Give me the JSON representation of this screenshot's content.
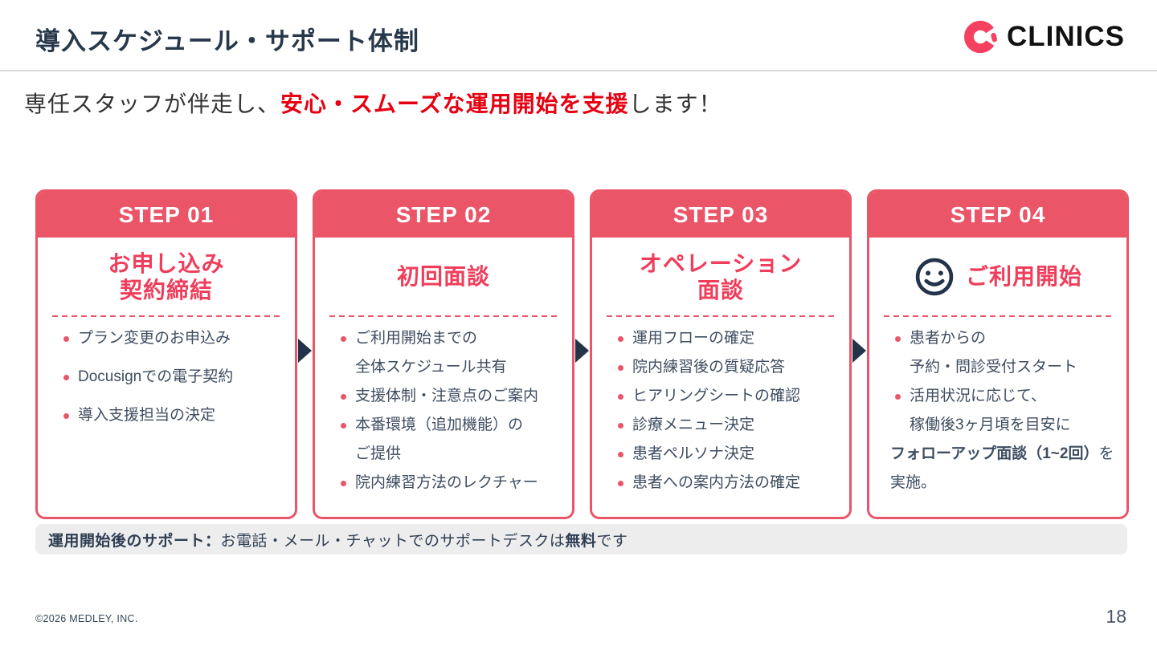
{
  "slide": {
    "title": "導入スケジュール・サポート体制",
    "page_number": "18",
    "copyright": "©2026 MEDLEY, INC."
  },
  "logo": {
    "brand": "CLINICS"
  },
  "subtitle": {
    "prefix": "専任スタッフが伴走し、",
    "highlight": "安心・スムーズな運用開始を支援",
    "suffix": "します！"
  },
  "steps": [
    {
      "label": "STEP 01",
      "title_lines": [
        "お申し込み",
        "契約締結"
      ],
      "items": [
        "プラン変更のお申込み",
        "Docusignでの電子契約",
        "導入支援担当の決定"
      ]
    },
    {
      "label": "STEP 02",
      "title_lines": [
        "初回面談"
      ],
      "items": [
        [
          "ご利用開始までの",
          "全体スケジュール共有"
        ],
        "支援体制・注意点のご案内",
        [
          "本番環境（追加機能）の",
          "ご提供"
        ],
        "院内練習方法のレクチャー"
      ]
    },
    {
      "label": "STEP 03",
      "title_lines": [
        "オペレーション",
        "面談"
      ],
      "items": [
        "運用フローの確定",
        "院内練習後の質疑応答",
        "ヒアリングシートの確認",
        "診療メニュー決定",
        "患者ペルソナ決定",
        "患者への案内方法の確定"
      ]
    },
    {
      "label": "STEP 04",
      "has_smiley": true,
      "title_lines": [
        "ご利用開始"
      ],
      "items": [
        [
          "患者からの",
          "予約・問診受付スタート"
        ],
        [
          "活用状況に応じて、",
          "稼働後3ヶ月頃を目安に"
        ]
      ],
      "followup": {
        "bold": "フォローアップ面談（1~2回）",
        "regular": "を実施。"
      }
    }
  ],
  "support_note": {
    "bold_prefix": "運用開始後のサポート：",
    "regular": "お電話・メール・チャットでのサポートデスクは",
    "bold_word": "無料",
    "suffix": "です"
  },
  "icons": {
    "logo_mark": "clinics-c-mark-icon",
    "step_arrow": "arrow-right-icon",
    "smiley": "smiley-face-icon"
  },
  "colors": {
    "brand_red": "#ea5568",
    "card_title_red": "#ef3e5b",
    "subtitle_red": "#e60012",
    "heading_navy": "#28384b",
    "body_navy": "#3e4d60",
    "icon_navy": "#233349",
    "logo_red": "#f5405f",
    "logo_black": "#111111",
    "note_bg": "#ededee",
    "divider_gray": "#d9d9d9"
  }
}
